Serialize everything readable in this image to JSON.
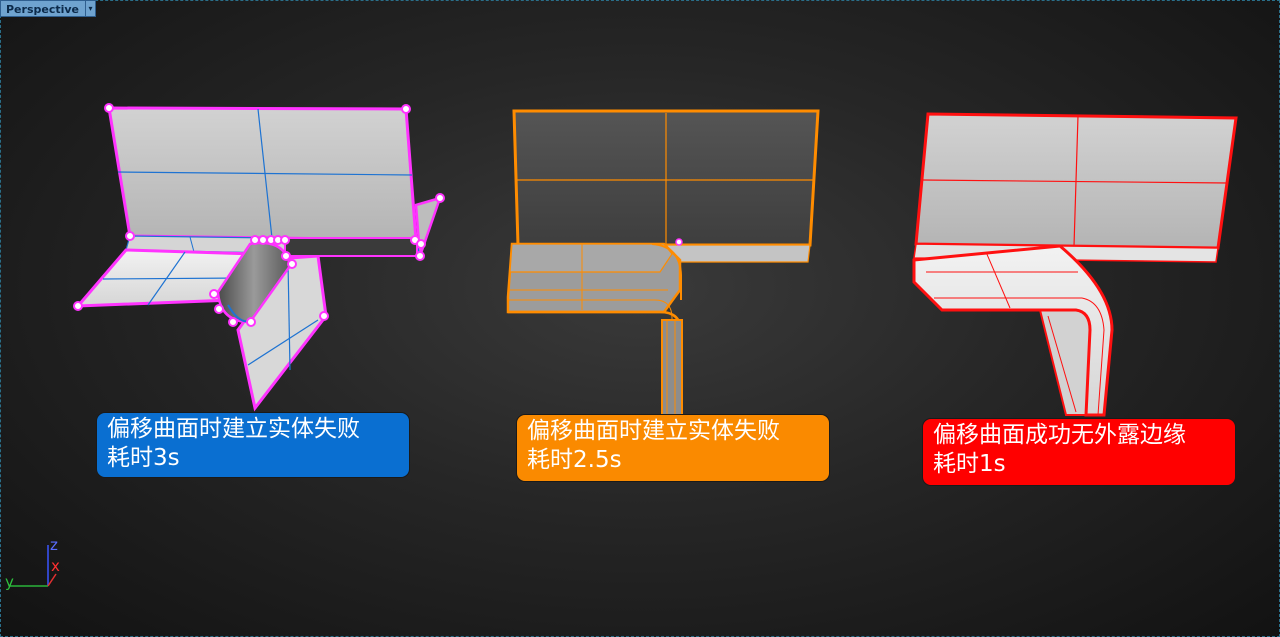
{
  "viewport": {
    "name": "Perspective",
    "menu_arrow": "▾"
  },
  "captions": [
    {
      "line1": "偏移曲面时建立实体失败",
      "line2": "耗时3s",
      "color": "#0a6fd1"
    },
    {
      "line1": "偏移曲面时建立实体失败",
      "line2": "耗时2.5s",
      "color": "#fa8a00"
    },
    {
      "line1": "偏移曲面成功无外露边缘",
      "line2": "耗时1s",
      "color": "#ff0000"
    }
  ],
  "axes": {
    "z": "z",
    "x": "x",
    "y": "y"
  },
  "colors": {
    "highlight_magenta": "#ff33ff",
    "highlight_orange": "#ff8c00",
    "highlight_red": "#ff1010",
    "isocurve_blue": "#1e73d2"
  }
}
